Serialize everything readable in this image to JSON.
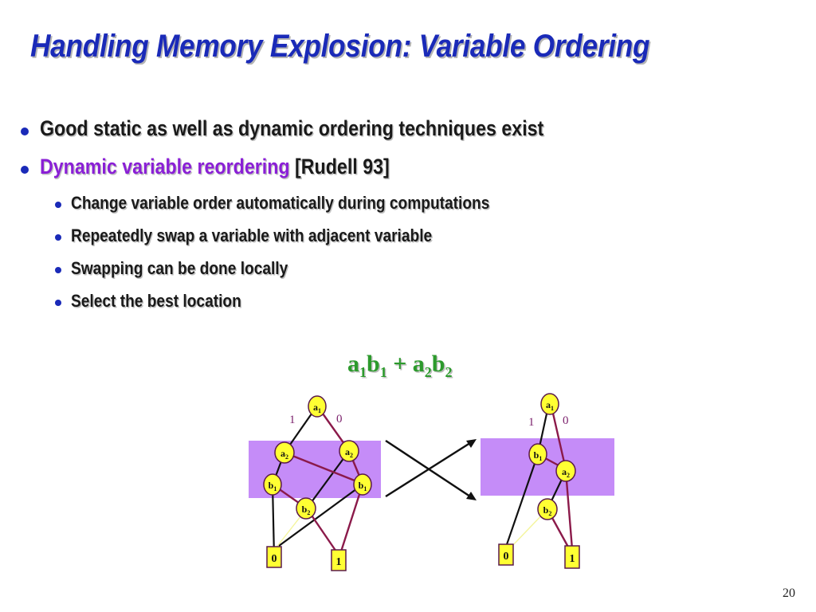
{
  "slide": {
    "title": "Handling Memory Explosion: Variable Ordering",
    "bullets": [
      {
        "text": "Good static as well as dynamic ordering techniques exist"
      },
      {
        "highlight": "Dynamic variable reordering",
        "rest": " [Rudell 93]"
      }
    ],
    "sub_bullets": [
      "Change variable order automatically during computations",
      "Repeatedly swap a variable with adjacent variable",
      "Swapping can be done locally",
      "Select the best location"
    ],
    "formula": {
      "t1": "a",
      "s1": "1",
      "t2": "b",
      "s2": "1",
      "plus": " + ",
      "t3": "a",
      "s3": "2",
      "t4": "b",
      "s4": "2"
    },
    "page_number": "20"
  },
  "colors": {
    "title": "#1a2ab8",
    "highlight": "#8a1fd6",
    "formula": "#2c9a2c",
    "node_fill": "#ffff33",
    "band": "#c58cf8",
    "edge_high": "#111111",
    "edge_low": "#8b1a4a",
    "label": "#7a1f6b"
  },
  "diagram": {
    "left": {
      "edge_labels": {
        "one": "1",
        "zero": "0"
      },
      "nodes": {
        "a1": "a1",
        "a2_left": "a2",
        "a2_right": "a2",
        "b1_left": "b1",
        "b1_right": "b1",
        "b2": "b2"
      },
      "terminals": {
        "zero": "0",
        "one": "1"
      }
    },
    "right": {
      "edge_labels": {
        "one": "1",
        "zero": "0"
      },
      "nodes": {
        "a1": "a1",
        "b1": "b1",
        "a2": "a2",
        "b2": "b2"
      },
      "terminals": {
        "zero": "0",
        "one": "1"
      }
    }
  }
}
